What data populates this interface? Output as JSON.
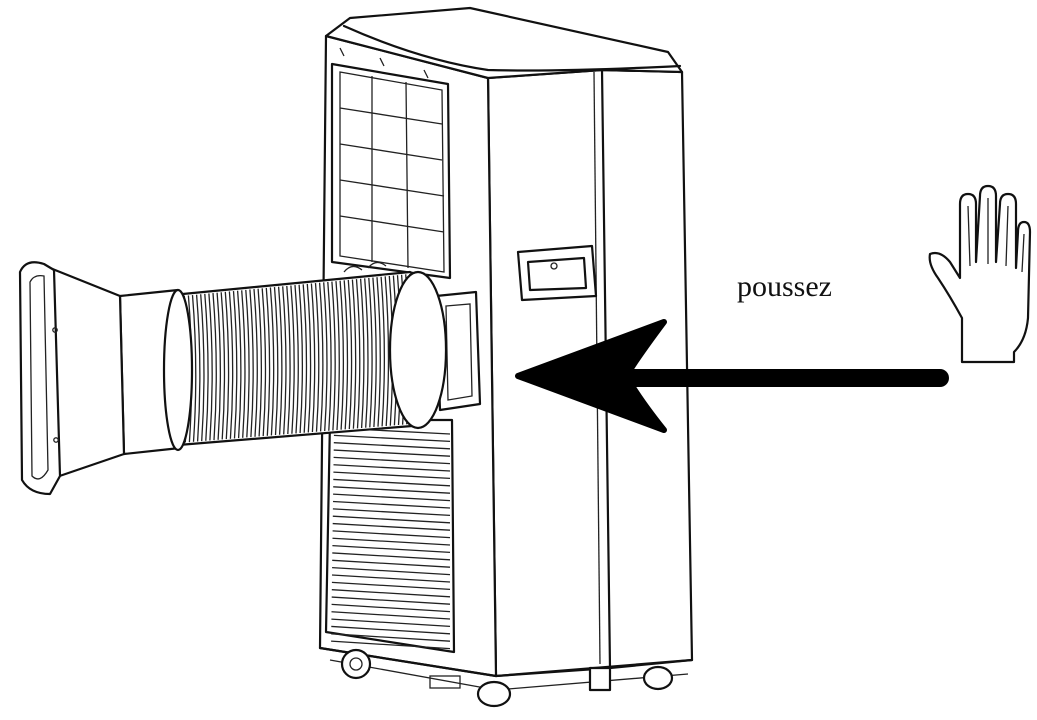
{
  "instruction": {
    "label": "poussez"
  },
  "colors": {
    "line": "#111111",
    "background": "#ffffff"
  },
  "icons": [
    "air-conditioner-unit",
    "exhaust-hose",
    "window-adapter-nozzle",
    "push-arrow",
    "hand-icon"
  ]
}
